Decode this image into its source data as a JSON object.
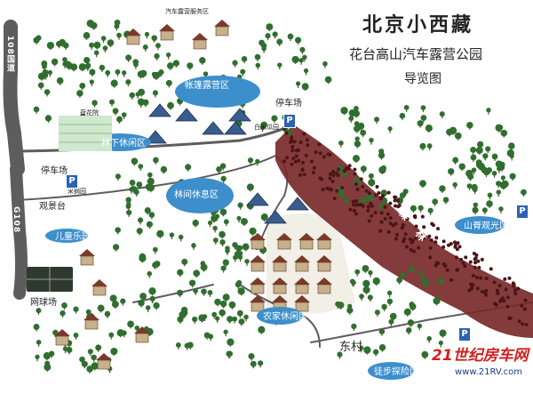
{
  "title": {
    "line1": "北京小西藏",
    "line2": "花台高山汽车露营公园",
    "line3": "导览图"
  },
  "roads": {
    "r108": "108国道",
    "g108": "G108"
  },
  "labels": {
    "rv_service": "汽车露营服务区",
    "tent_area": "帐篷露营区",
    "parking_north": "停车场",
    "parking_west": "停车场",
    "corn_field": "白米瓜园",
    "lotus_court": "荷花院",
    "leisure": "林下休闲区",
    "forest_rest": "林间休息区",
    "pick_garden": "采摘园",
    "viewing_deck": "观景台",
    "kids_park": "儿童乐园",
    "tennis": "网球场",
    "farm_rest": "农家休闲区",
    "village": "东村",
    "hiking": "徒步探险区",
    "ridge_view": "山脊观光区",
    "forest_band": "森林"
  },
  "watermark": {
    "brand": "21世纪房车网",
    "url": "www.21RV.com"
  },
  "colors": {
    "road": "#5d5d5d",
    "bubble": "#3d8fcb",
    "forest": "#7a2a2a",
    "tree": "#2f6f2f",
    "watermark": "#d41e1e"
  },
  "icons": {
    "parking": "parking-sign-icon",
    "tree": "tree-icon",
    "cabin": "cabin-icon",
    "tent": "tent-icon"
  }
}
